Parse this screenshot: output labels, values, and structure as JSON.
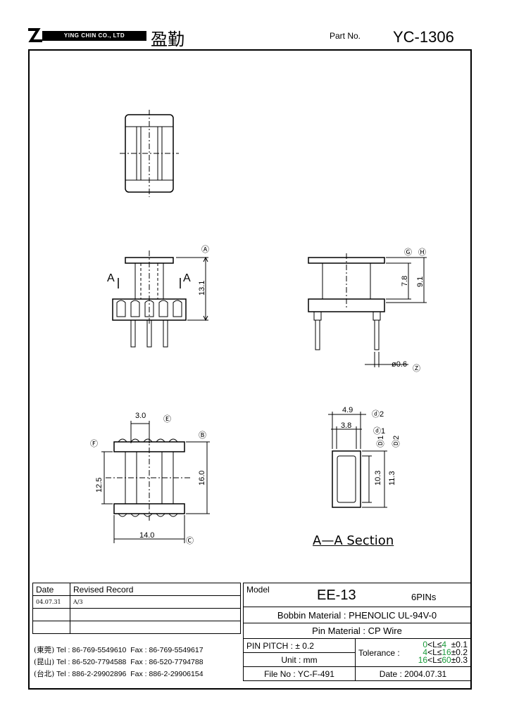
{
  "header": {
    "company_en": "YING CHIN CO., LTD",
    "company_cn": "盈勤",
    "part_no_label": "Part No.",
    "part_no": "YC-1306"
  },
  "dimensions": {
    "dim_A": "Ⓐ",
    "dim_131": "13.1",
    "cut_A1": "A",
    "cut_A2": "A",
    "dim_G": "Ⓖ",
    "dim_H": "Ⓗ",
    "dim_78": "7.8",
    "dim_91": "9.1",
    "dim_06": "ø0.6",
    "dim_Z": "Ⓩ",
    "dim_30": "3.0",
    "dim_E": "Ⓔ",
    "dim_B": "Ⓑ",
    "dim_F": "Ⓕ",
    "dim_125": "12.5",
    "dim_160": "16.0",
    "dim_140": "14.0",
    "dim_C": "Ⓒ",
    "dim_49": "4.9",
    "dim_d2": "ⓓ2",
    "dim_38": "3.8",
    "dim_d1": "ⓓ1",
    "dim_D1": "Ⓓ1",
    "dim_D2": "Ⓓ2",
    "dim_103": "10.3",
    "dim_113": "11.3",
    "section_title": "A—A Section"
  },
  "revision": {
    "col_date": "Date",
    "col_record": "Revised Record",
    "rows": [
      {
        "date": "04.07.31",
        "record": "A/3"
      },
      {
        "date": "",
        "record": ""
      },
      {
        "date": "",
        "record": ""
      }
    ]
  },
  "contacts": [
    {
      "loc": "(東莞)",
      "tel": "Tel : 86-769-5549610",
      "fax": "Fax : 86-769-5549617"
    },
    {
      "loc": "(昆山)",
      "tel": "Tel : 86-520-7794588",
      "fax": "Fax : 86-520-7794788"
    },
    {
      "loc": "(台北)",
      "tel": "Tel : 886-2-29902896",
      "fax": "Fax : 886-2-29906154"
    }
  ],
  "spec": {
    "model_label": "Model",
    "model": "EE-13",
    "pins": "6PINs",
    "bobbin_label": "Bobbin Material :",
    "bobbin": "PHENOLIC UL-94V-0",
    "pin_label": "Pin Material :",
    "pin": "CP Wire",
    "pitch_label": "PIN PITCH :",
    "pitch": "± 0.2",
    "unit_label": "Unit :",
    "unit": "mm",
    "tolerance_label": "Tolerance :",
    "tol": [
      {
        "lo": "0",
        "op": "<L≤",
        "hi": "4",
        "tol": "±0.1"
      },
      {
        "lo": "4",
        "op": "<L≤",
        "hi": "16",
        "tol": "±0.2"
      },
      {
        "lo": "16",
        "op": "<L≤",
        "hi": "60",
        "tol": "±0.3"
      }
    ],
    "file_label": "File No :",
    "file": "YC-F-491",
    "date_label": "Date :",
    "date": "2004.07.31"
  },
  "colors": {
    "tolerance_accent": "#1a9a3a"
  }
}
